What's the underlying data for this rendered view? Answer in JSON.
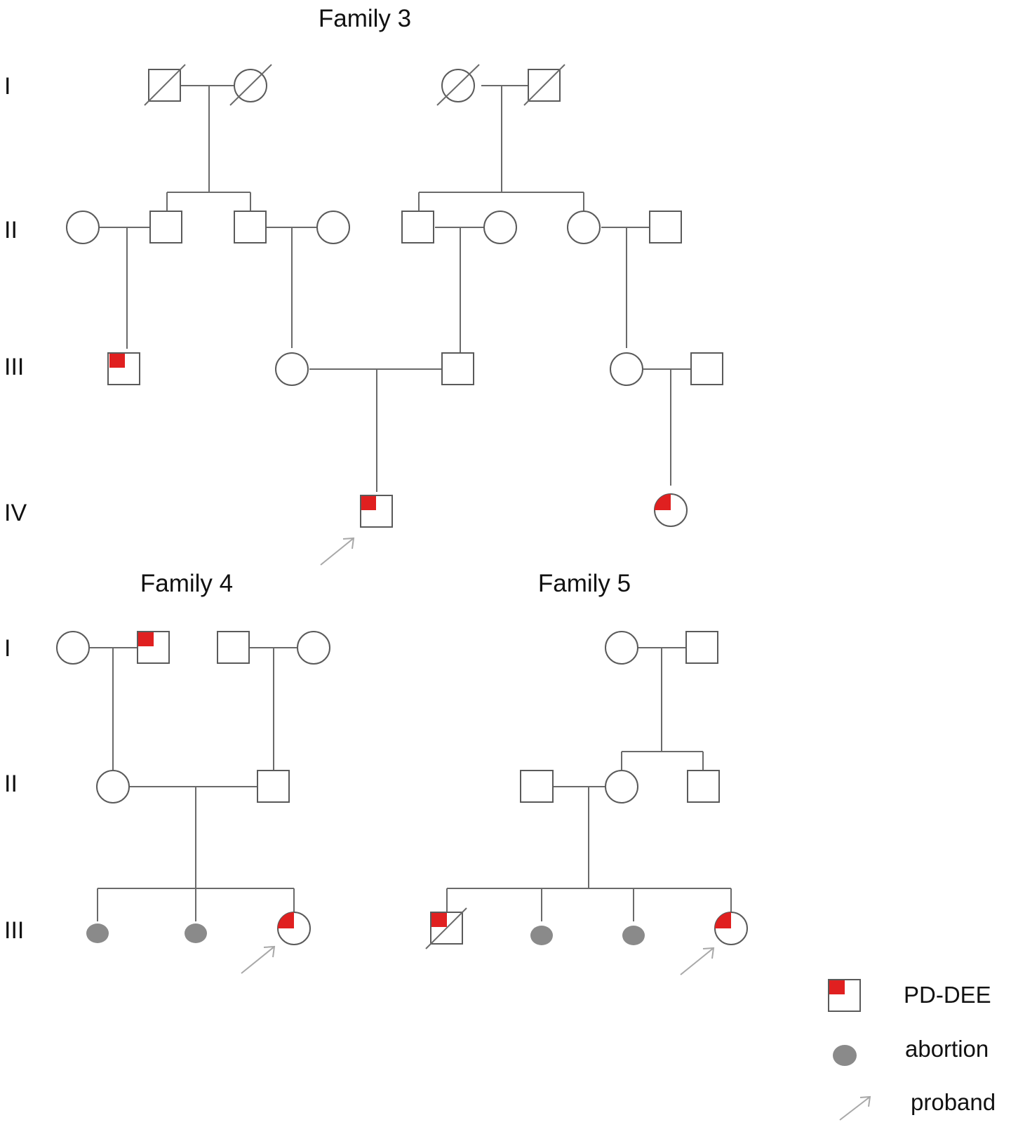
{
  "families": [
    {
      "key": "f3",
      "title": "Family 3",
      "generations": [
        "I",
        "II",
        "III",
        "IV"
      ]
    },
    {
      "key": "f4",
      "title": "Family 4",
      "generations": [
        "I",
        "II",
        "III"
      ]
    },
    {
      "key": "f5",
      "title": "Family 5",
      "generations": []
    }
  ],
  "legend": [
    {
      "key": "affected",
      "label": "PD-DEE"
    },
    {
      "key": "abortion",
      "label": "abortion"
    },
    {
      "key": "proband",
      "label": "proband"
    }
  ],
  "colors": {
    "affected": "#e02020",
    "abortion": "#8a8a8a",
    "proband_arrow": "#a8a8a8",
    "symbol_stroke": "#5a5a5a"
  }
}
